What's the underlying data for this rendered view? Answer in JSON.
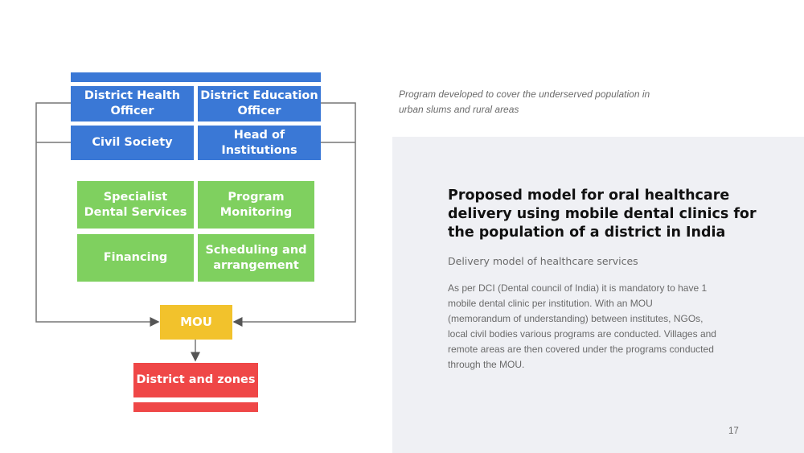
{
  "diagram": {
    "blue_boxes": [
      {
        "label": "District Health\nOfficer"
      },
      {
        "label": "District Education\nOfficer"
      },
      {
        "label": "Civil Society"
      },
      {
        "label": "Head of\nInstitutions"
      }
    ],
    "green_boxes": [
      {
        "label": "Specialist\nDental Services"
      },
      {
        "label": "Program\nMonitoring"
      },
      {
        "label": "Financing"
      },
      {
        "label": "Scheduling and\narrangement"
      }
    ],
    "mou_label": "MOU",
    "district_label": "District and zones",
    "colors": {
      "blue": "#3a78d6",
      "green": "#7fd05f",
      "yellow": "#f2c22c",
      "red": "#ef4747",
      "connector": "#777777"
    }
  },
  "slide": {
    "caption": "Program developed to cover the underserved population in urban slums and rural areas",
    "title": "Proposed model for oral healthcare delivery using mobile dental clinics for the population of a district in India",
    "subtitle": "Delivery model of healthcare services",
    "body": "As per DCI (Dental council of India) it is mandatory to have 1 mobile dental clinic per institution. With an MOU (memorandum of understanding) between institutes, NGOs, local civil bodies various programs are conducted. Villages and remote areas are then covered under the programs conducted through the MOU.",
    "page_number": "17"
  }
}
